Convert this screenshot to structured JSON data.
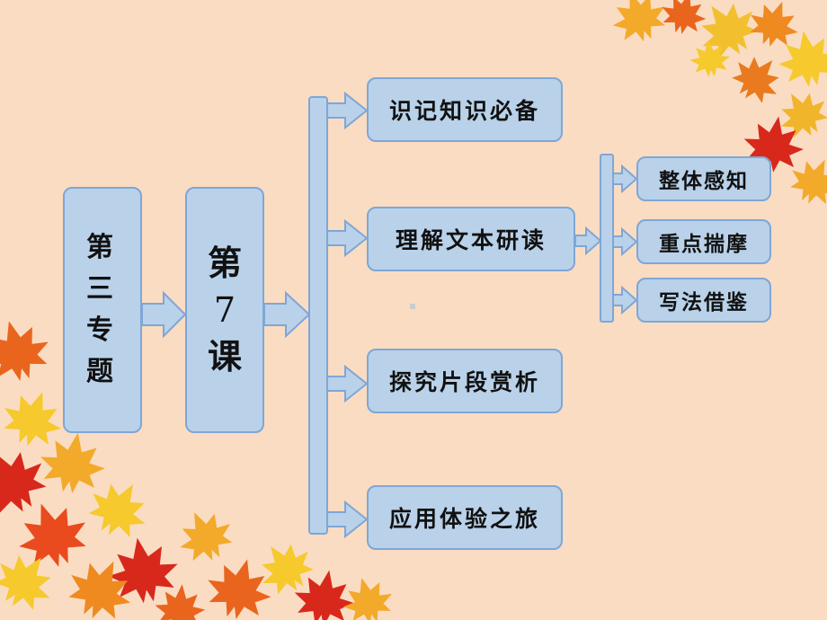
{
  "root": {
    "chars": [
      "第",
      "三",
      "专",
      "题"
    ]
  },
  "lesson": {
    "chars": [
      "第",
      "7",
      "课"
    ]
  },
  "sections": [
    {
      "label": "识记知识必备"
    },
    {
      "label": "理解文本研读"
    },
    {
      "label": "探究片段赏析"
    },
    {
      "label": "应用体验之旅"
    }
  ],
  "subsections": [
    {
      "label": "整体感知"
    },
    {
      "label": "重点揣摩"
    },
    {
      "label": "写法借鉴"
    }
  ],
  "colors": {
    "background": "#fadcc2",
    "box_fill": "#b9d2ea",
    "box_border": "#7fa6d6",
    "leaf_red": "#d8281c",
    "leaf_orange": "#f09a1e",
    "leaf_yellow": "#f6c92d"
  }
}
